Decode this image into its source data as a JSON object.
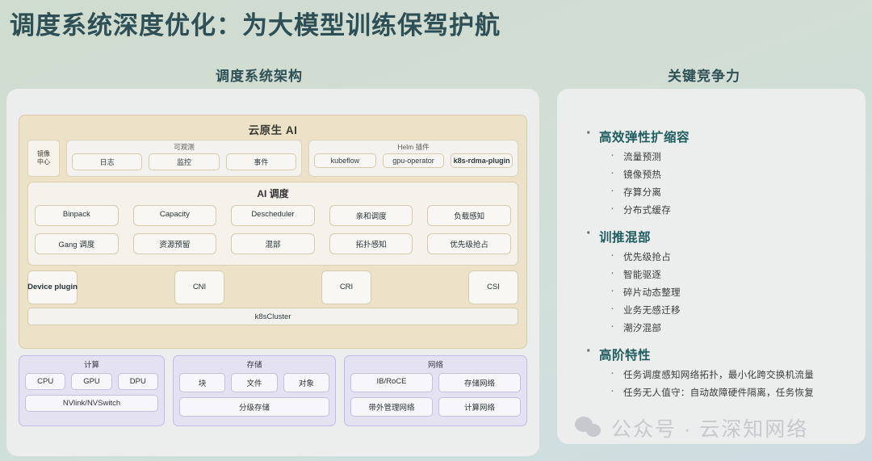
{
  "slide": {
    "title": "调度系统深度优化：为大模型训练保驾护航",
    "header_left": "调度系统架构",
    "header_right": "关键竞争力"
  },
  "architecture": {
    "cloud_native_ai": {
      "title": "云原生 AI",
      "registry": {
        "line1": "镜像",
        "line2": "中心"
      },
      "observability": {
        "title": "可观测",
        "items": [
          "日志",
          "监控",
          "事件"
        ]
      },
      "helm": {
        "title": "Helm 插件",
        "items": [
          "kubeflow",
          "gpu-operator",
          "k8s-rdma-plugin"
        ]
      },
      "ai_scheduling": {
        "title": "AI 调度",
        "items": [
          "Binpack",
          "Capacity",
          "Descheduler",
          "亲和调度",
          "负载感知",
          "Gang 调度",
          "资源预留",
          "混部",
          "拓扑感知",
          "优先级抢占"
        ]
      },
      "interfaces": [
        "Device plugin",
        "CNI",
        "CRI",
        "CSI"
      ],
      "cluster": "k8sCluster"
    },
    "infrastructure": [
      {
        "title": "计算",
        "row1": [
          "CPU",
          "GPU",
          "DPU"
        ],
        "row2": [
          "NVlink/NVSwitch"
        ]
      },
      {
        "title": "存储",
        "row1": [
          "块",
          "文件",
          "对象"
        ],
        "row2": [
          "分级存储"
        ]
      },
      {
        "title": "网络",
        "row1": [
          "IB/RoCE",
          "存储网络"
        ],
        "row2": [
          "带外管理网络",
          "计算网络"
        ]
      }
    ]
  },
  "competitiveness": [
    {
      "heading": "高效弹性扩缩容",
      "points": [
        "流量预测",
        "镜像预热",
        "存算分离",
        "分布式缓存"
      ]
    },
    {
      "heading": "训推混部",
      "points": [
        "优先级抢占",
        "智能驱逐",
        "碎片动态整理",
        "业务无感迁移",
        "潮汐混部"
      ]
    },
    {
      "heading": "高阶特性",
      "points": [
        "任务调度感知网络拓扑，最小化跨交换机流量",
        "任务无人值守：自动故障硬件隔离，任务恢复"
      ]
    }
  ],
  "watermark": {
    "text": "公众号 · 云深知网络",
    "icon": "wechat-icon"
  },
  "colors": {
    "background_start": "#cfdccf",
    "background_end": "#cfdbe2",
    "title": "#2e4f55",
    "panel": "#eceded",
    "cnai_fill": "#ece2c8",
    "infra_fill": "#e4e1f3",
    "accent_heading": "#1f5d5e"
  }
}
